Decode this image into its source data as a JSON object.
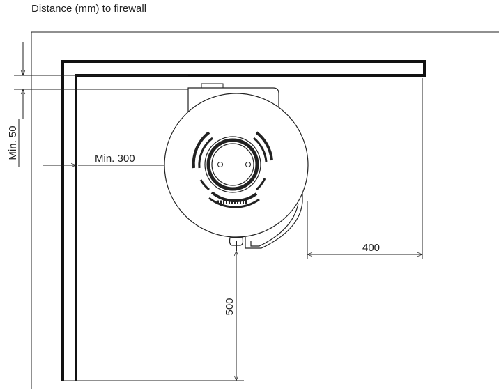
{
  "diagram": {
    "title": "Distance (mm) to firewall",
    "dimensions": {
      "top_clearance": "Min. 50",
      "side_clearance": "Min. 300",
      "right_clearance": "400",
      "front_clearance": "500"
    },
    "colors": {
      "line": "#222222",
      "wall": "#111111",
      "background": "#ffffff"
    }
  }
}
